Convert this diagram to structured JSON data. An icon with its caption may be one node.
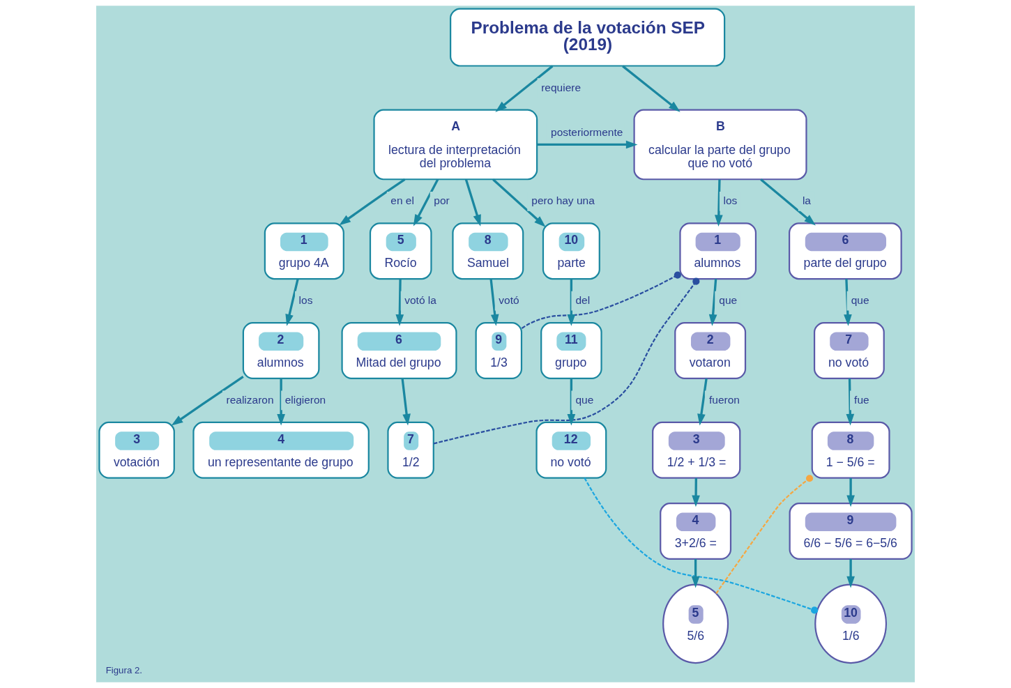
{
  "diagram": {
    "caption": "Figura 2.",
    "nodes": [
      {
        "text": [
          "Problema de la votación SEP (2019)"
        ]
      },
      {
        "text": [
          "A",
          "lectura de interpretación del problema"
        ]
      },
      {
        "text": [
          "B",
          "calcular la parte del grupo que no votó"
        ]
      },
      {
        "text": [
          "1",
          "grupo 4A"
        ]
      },
      {
        "text": [
          "2",
          "alumnos"
        ]
      },
      {
        "text": [
          "3",
          "votación"
        ]
      },
      {
        "text": [
          "4",
          "un representante de grupo"
        ]
      },
      {
        "text": [
          "5",
          "Rocío"
        ]
      },
      {
        "text": [
          "8",
          "Samuel"
        ]
      },
      {
        "text": [
          "6",
          "Mitad del grupo"
        ]
      },
      {
        "text": [
          "7",
          "1/2"
        ]
      },
      {
        "text": [
          "9",
          "1/3"
        ]
      },
      {
        "text": [
          "10",
          "parte"
        ]
      },
      {
        "text": [
          "11",
          "grupo"
        ]
      },
      {
        "text": [
          "12",
          "no votó"
        ]
      },
      {
        "text": [
          "1",
          "alumnos"
        ]
      },
      {
        "text": [
          "2",
          "votaron"
        ]
      },
      {
        "text": [
          "3",
          "1/2 + 1/3 ="
        ]
      },
      {
        "text": [
          "4",
          "3+2/6 ="
        ]
      },
      {
        "text": [
          "5",
          "5/6"
        ]
      },
      {
        "text": [
          "6",
          "parte del grupo"
        ]
      },
      {
        "text": [
          "7",
          "no votó"
        ]
      },
      {
        "text": [
          "8",
          "1 − 5/6 ="
        ]
      },
      {
        "text": [
          "9",
          "6/6 − 5/6 = 6−5/6"
        ]
      },
      {
        "text": [
          "10",
          "1/6"
        ]
      }
    ],
    "edges": [
      {
        "from": 0,
        "to": 1,
        "arrow": "to",
        "label": "requiere"
      },
      {
        "from": 0,
        "to": 2,
        "arrow": "to"
      },
      {
        "from": 1,
        "to": 2,
        "arrow": "to",
        "label": "posteriormente"
      },
      {
        "from": 1,
        "to": 3,
        "arrow": "to",
        "label": "en el"
      },
      {
        "from": 1,
        "to": 7,
        "arrow": "to",
        "label": "por"
      },
      {
        "from": 1,
        "to": 8,
        "arrow": "to"
      },
      {
        "from": 1,
        "to": 12,
        "arrow": "to",
        "label": "pero hay una"
      },
      {
        "from": 3,
        "to": 4,
        "arrow": "to",
        "label": "los"
      },
      {
        "from": 4,
        "to": 5,
        "arrow": "to",
        "label": "realizaron"
      },
      {
        "from": 4,
        "to": 6,
        "arrow": "to",
        "label": "eligieron"
      },
      {
        "from": 7,
        "to": 9,
        "arrow": "to",
        "label": "votó la"
      },
      {
        "from": 9,
        "to": 10,
        "arrow": "to"
      },
      {
        "from": 8,
        "to": 11,
        "arrow": "to",
        "label": "votó"
      },
      {
        "from": 12,
        "to": 13,
        "arrow": "to",
        "label": "del"
      },
      {
        "from": 13,
        "to": 14,
        "arrow": "to",
        "label": "que"
      },
      {
        "from": 2,
        "to": 15,
        "arrow": "to",
        "label": "los"
      },
      {
        "from": 2,
        "to": 20,
        "arrow": "to",
        "label": "la"
      },
      {
        "from": 15,
        "to": 16,
        "arrow": "to",
        "label": "que"
      },
      {
        "from": 16,
        "to": 17,
        "arrow": "to",
        "label": "fueron"
      },
      {
        "from": 17,
        "to": 18,
        "arrow": "to"
      },
      {
        "from": 18,
        "to": 19,
        "arrow": "to"
      },
      {
        "from": 20,
        "to": 21,
        "arrow": "to",
        "label": "que"
      },
      {
        "from": 21,
        "to": 22,
        "arrow": "to",
        "label": "fue"
      },
      {
        "from": 22,
        "to": 23,
        "arrow": "to"
      },
      {
        "from": 23,
        "to": 24,
        "arrow": "to"
      },
      {
        "from": 11,
        "to": 15,
        "arrow": "other",
        "style": "dashed",
        "color": "#2a4fa0"
      },
      {
        "from": 10,
        "to": 15,
        "arrow": "other",
        "style": "dashed",
        "color": "#2a4fa0"
      },
      {
        "from": 19,
        "to": 22,
        "arrow": "other",
        "style": "dashed",
        "color": "#f5a742"
      },
      {
        "from": 14,
        "to": 24,
        "arrow": "other",
        "style": "dashed",
        "color": "#1ba6e0"
      }
    ]
  }
}
